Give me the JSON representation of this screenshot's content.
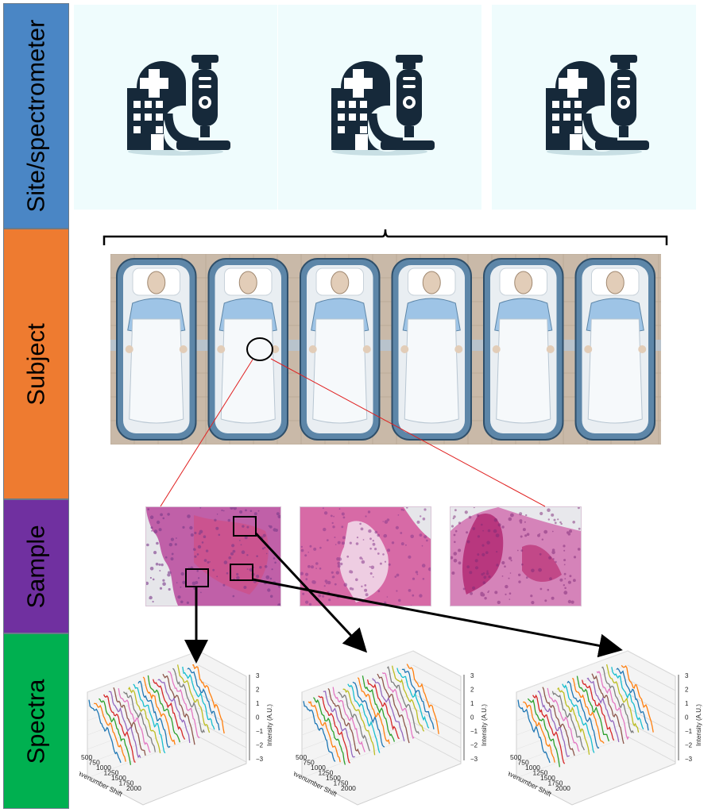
{
  "rows": {
    "site": "Site/spectrometer",
    "subject": "Subject",
    "sample": "Sample",
    "spectra": "Spectra"
  },
  "site_icon_count": 3,
  "subject_count": 6,
  "sample_image_count": 3,
  "colors": {
    "site": "#4a86c5",
    "subject": "#ee7b30",
    "sample": "#7030a0",
    "spectra": "#00b050",
    "site_card_bg": "#effcfd",
    "icon": "#16293a",
    "zoom_line": "#e02020"
  },
  "icons": [
    "hospital-microscope-icon"
  ],
  "spectra_plot": {
    "x_axis_label": "Wavenumber Shift",
    "x_ticks": [
      "500",
      "750",
      "1000",
      "1250",
      "1500",
      "1750",
      "2000"
    ],
    "z_axis_label": "Intensity (A.U.)",
    "z_ticks": [
      "3",
      "2",
      "1",
      "0",
      "−1",
      "−2",
      "−3"
    ]
  }
}
